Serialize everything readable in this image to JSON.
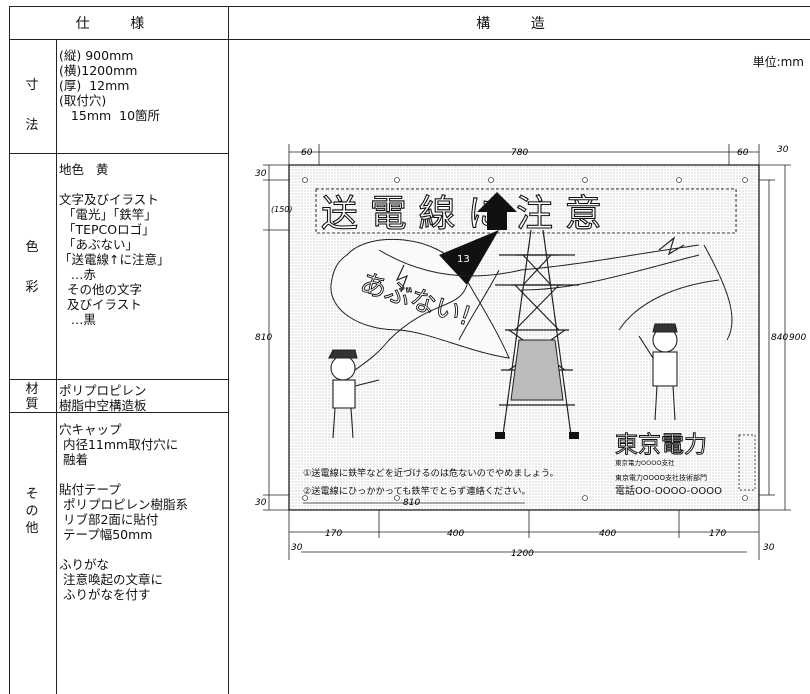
{
  "header": {
    "spec": "仕 様",
    "structure": "構 造"
  },
  "rows": [
    {
      "category": "寸\n\n法",
      "text": "(縦) 900mm\n(横)1200mm\n(厚)  12mm\n(取付穴)\n   15mm  10箇所"
    },
    {
      "category": "色\n\n彩",
      "text": "地色   黄\n\n文字及びイラスト\n 「電光」「鉄竿」\n 「TEPCOロゴ」\n 「あぶない」\n「送電線↑に注意」\n   …赤\n  その他の文字\n  及びイラスト\n   …黒"
    },
    {
      "category": "材\n質",
      "text": "ポリプロピレン\n樹脂中空構造板"
    },
    {
      "category": "そ\nの\n他",
      "text": "穴キャップ\n 内径11mm取付穴に\n 融着\n\n貼付テープ\n ポリプロピレン樹脂系\n リブ部2面に貼付\n テープ幅50mm\n\nふりがな\n 注意喚起の文章に\n ふりがなを付す"
    }
  ],
  "unit_label": "単位:mm",
  "drawing": {
    "banner": "送 電 線   に 注 意",
    "speech": "あぶない!",
    "kite_text": "13",
    "company": "東京電力",
    "notes": [
      "①送電線に鉄竿などを近づけるのは危ないのでやめましょう。",
      "②送電線にひっかかっても鉄竿でとらず連絡ください。"
    ],
    "contact_lines": [
      "東京電力OOOO支社",
      "東京電力OOOO支社技術部門",
      "電話OO-OOOO-OOOO"
    ],
    "dimensions": {
      "top_left": "60",
      "top_mid": "780",
      "top_right": "60",
      "right_top": "30",
      "left_top": "30",
      "left_banner": "(150)",
      "left_main": "810",
      "left_bottom": "30",
      "right_inner": "840",
      "right_outer": "900",
      "note_width": "810",
      "bot_1": "170",
      "bot_2": "400",
      "bot_3": "400",
      "bot_4": "170",
      "bot_total": "1200",
      "bot_left": "30",
      "bot_right": "30"
    }
  },
  "colors": {
    "line": "#222222",
    "paper": "#ffffff",
    "sign_fill": "#e6e6e6"
  }
}
